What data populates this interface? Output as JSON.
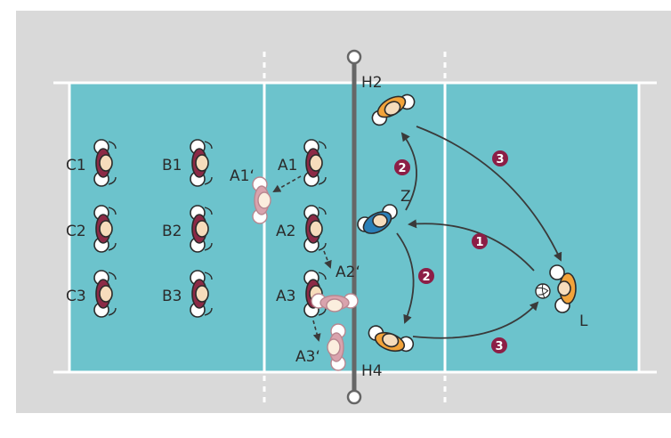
{
  "colors": {
    "background": "#d9d9d9",
    "court": "#6cc3cc",
    "lines": "#ffffff",
    "net": "#666666",
    "arrows": "#3a3a3a",
    "badge": "#8c1e46",
    "maroon_player": "#8c2a46",
    "orange_player": "#f2a33a",
    "blue_player": "#2a7fb8",
    "ghost_player": "#d9a3ad",
    "skin": "#f6dcbc"
  },
  "players": {
    "C1": "C1",
    "C2": "C2",
    "C3": "C3",
    "B1": "B1",
    "B2": "B2",
    "B3": "B3",
    "A1": "A1",
    "A2": "A2",
    "A3": "A3",
    "A1_ghost": "A1‘",
    "A2_ghost": "A2‘",
    "A3_ghost": "A3‘",
    "H2": "H2",
    "H4": "H4",
    "Z": "Z",
    "L": "L"
  },
  "steps": {
    "one": "1",
    "two": "2",
    "three": "3"
  }
}
